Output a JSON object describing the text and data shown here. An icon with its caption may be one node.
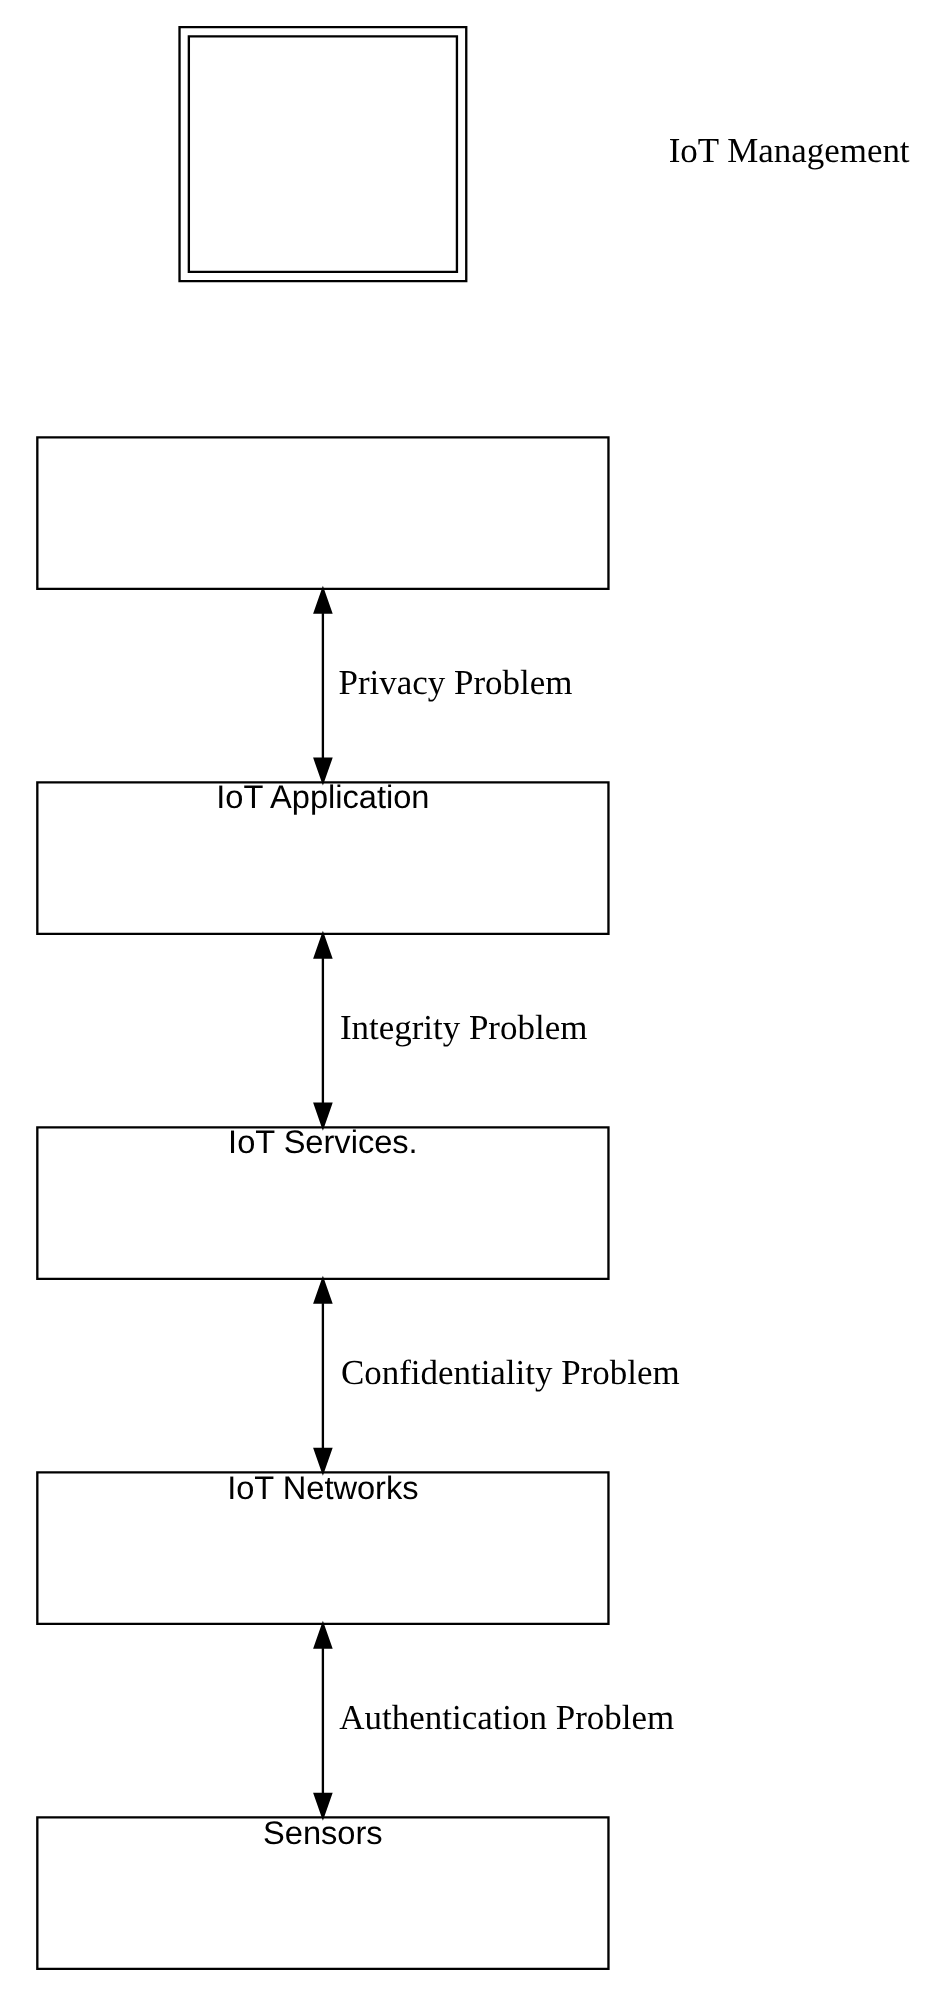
{
  "diagram": {
    "nodes": [
      {
        "text": [],
        "shape": "box"
      },
      {
        "text": [],
        "shape": "box"
      },
      {
        "text": [
          "IoT Application"
        ]
      },
      {
        "text": [
          "IoT Services."
        ]
      },
      {
        "text": [
          "IoT Networks"
        ]
      },
      {
        "text": [
          "Sensors"
        ]
      }
    ],
    "edges": [
      {
        "from": 1,
        "to": 2,
        "arrow": "both",
        "label": "Privacy Problem"
      },
      {
        "from": 2,
        "to": 3,
        "arrow": "both",
        "label": "Integrity Problem"
      },
      {
        "from": 3,
        "to": 4,
        "arrow": "both",
        "label": "Confidentiality Problem"
      },
      {
        "from": 4,
        "to": 5,
        "arrow": "both",
        "label": "Authentication Problem"
      }
    ],
    "labels": [
      "IoT Management"
    ]
  }
}
